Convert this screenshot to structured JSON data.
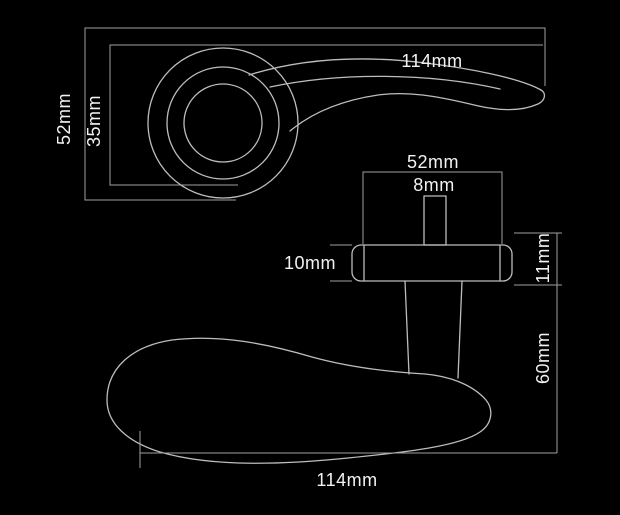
{
  "colors": {
    "background": "#000000",
    "line": "#bdbdbd",
    "dimension_line": "#9f9f9f",
    "text": "#f2f2f2"
  },
  "front_view": {
    "lever_length_label": "114mm",
    "rose_outer_diameter_label": "52mm",
    "rose_inner_diameter_label": "35mm"
  },
  "side_view": {
    "rose_diameter_label": "52mm",
    "spindle_width_label": "8mm",
    "rose_thickness_label": "10mm",
    "backplate_depth_label": "11mm",
    "projection_label": "60mm",
    "lever_length_label": "114mm"
  }
}
